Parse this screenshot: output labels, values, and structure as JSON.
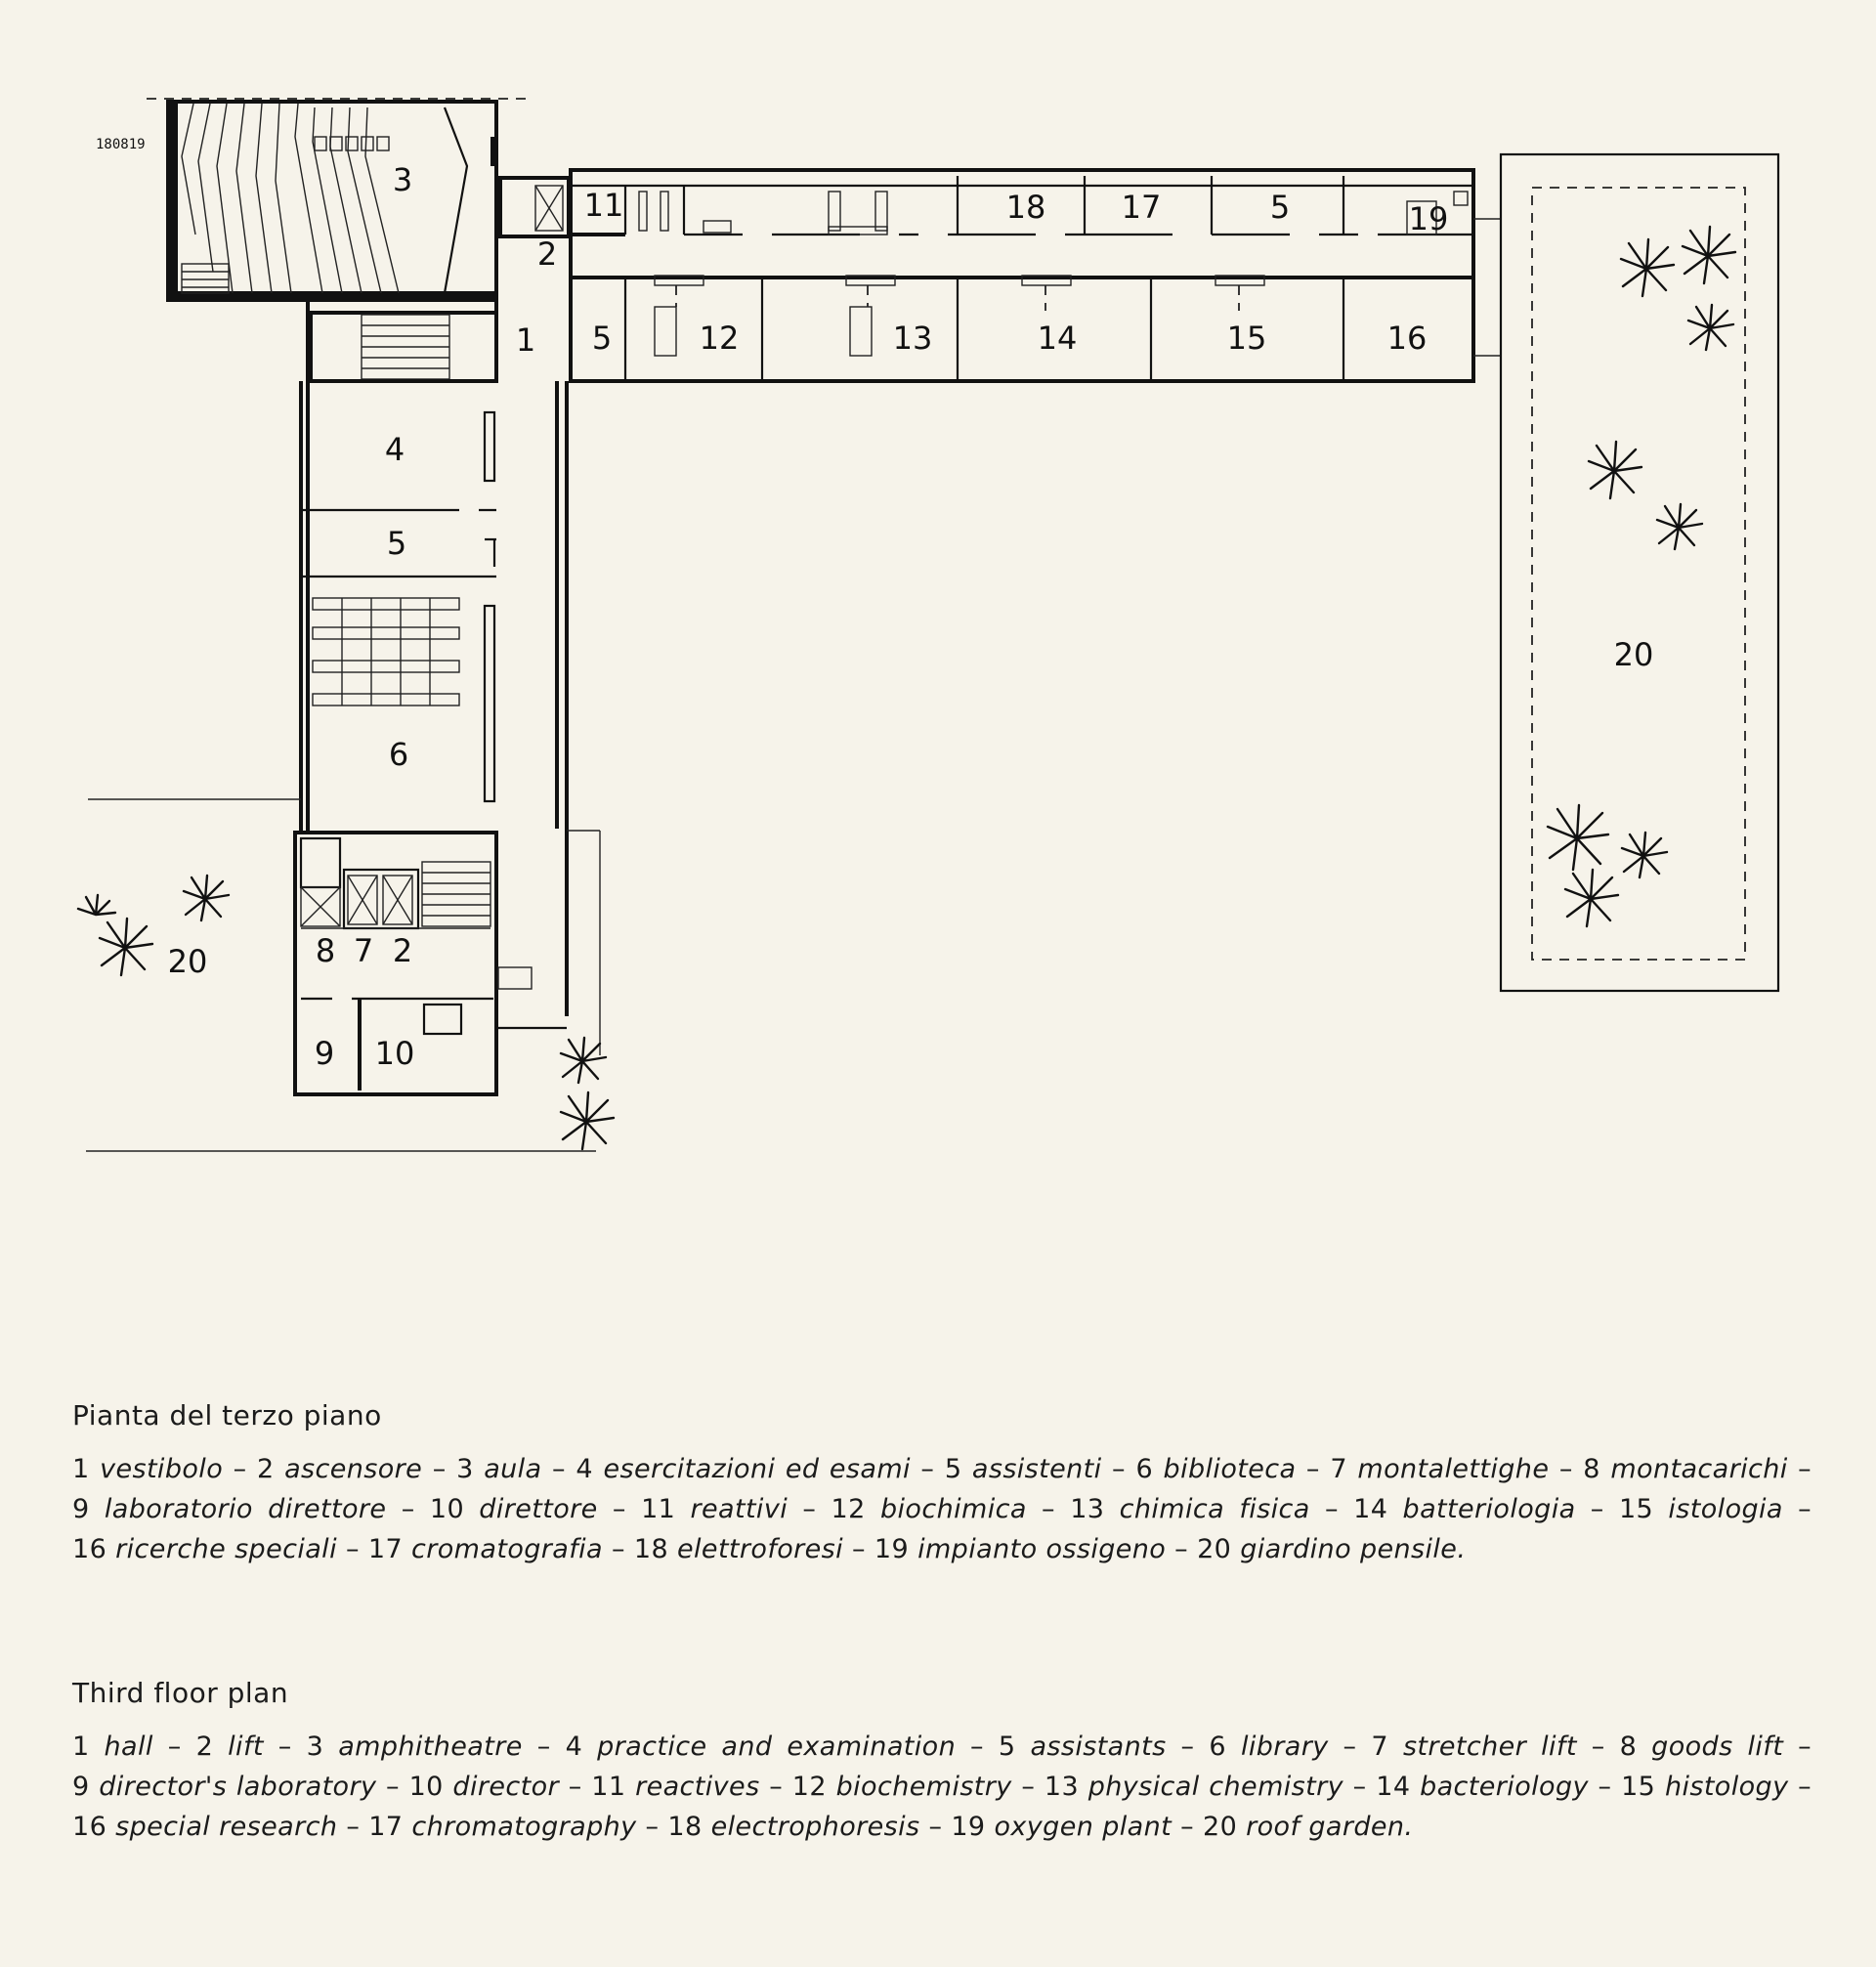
{
  "plan": {
    "room_labels": [
      "1",
      "2",
      "3",
      "4",
      "5",
      "6",
      "8",
      "7",
      "2",
      "9",
      "10",
      "11",
      "18",
      "17",
      "5",
      "19",
      "5",
      "12",
      "13",
      "14",
      "15",
      "16",
      "20",
      "20"
    ],
    "small_marking": "180819"
  },
  "caption_it": {
    "title": "Pianta del terzo piano",
    "items": [
      {
        "n": "1",
        "t": "vestibolo"
      },
      {
        "n": "2",
        "t": "ascensore"
      },
      {
        "n": "3",
        "t": "aula"
      },
      {
        "n": "4",
        "t": "esercitazioni ed esami"
      },
      {
        "n": "5",
        "t": "assistenti"
      },
      {
        "n": "6",
        "t": "biblioteca"
      },
      {
        "n": "7",
        "t": "montalettighe"
      },
      {
        "n": "8",
        "t": "montacarichi"
      },
      {
        "n": "9",
        "t": "laboratorio direttore"
      },
      {
        "n": "10",
        "t": "direttore"
      },
      {
        "n": "11",
        "t": "reattivi"
      },
      {
        "n": "12",
        "t": "biochimica"
      },
      {
        "n": "13",
        "t": "chimica fisica"
      },
      {
        "n": "14",
        "t": "batteriologia"
      },
      {
        "n": "15",
        "t": "istologia"
      },
      {
        "n": "16",
        "t": "ricerche speciali"
      },
      {
        "n": "17",
        "t": "cromatografia"
      },
      {
        "n": "18",
        "t": "elettroforesi"
      },
      {
        "n": "19",
        "t": "impianto ossigeno"
      },
      {
        "n": "20",
        "t": "giardino pensile."
      }
    ]
  },
  "caption_en": {
    "title": "Third floor plan",
    "items": [
      {
        "n": "1",
        "t": "hall"
      },
      {
        "n": "2",
        "t": "lift"
      },
      {
        "n": "3",
        "t": "amphitheatre"
      },
      {
        "n": "4",
        "t": "practice and examination"
      },
      {
        "n": "5",
        "t": "assistants"
      },
      {
        "n": "6",
        "t": "library"
      },
      {
        "n": "7",
        "t": "stretcher lift"
      },
      {
        "n": "8",
        "t": "goods lift"
      },
      {
        "n": "9",
        "t": "director's laboratory"
      },
      {
        "n": "10",
        "t": "director"
      },
      {
        "n": "11",
        "t": "reactives"
      },
      {
        "n": "12",
        "t": "biochemistry"
      },
      {
        "n": "13",
        "t": "physical chemistry"
      },
      {
        "n": "14",
        "t": "bacteriology"
      },
      {
        "n": "15",
        "t": "histology"
      },
      {
        "n": "16",
        "t": "special research"
      },
      {
        "n": "17",
        "t": "chromatography"
      },
      {
        "n": "18",
        "t": "electrophoresis"
      },
      {
        "n": "19",
        "t": "oxygen plant"
      },
      {
        "n": "20",
        "t": "roof garden."
      }
    ]
  }
}
